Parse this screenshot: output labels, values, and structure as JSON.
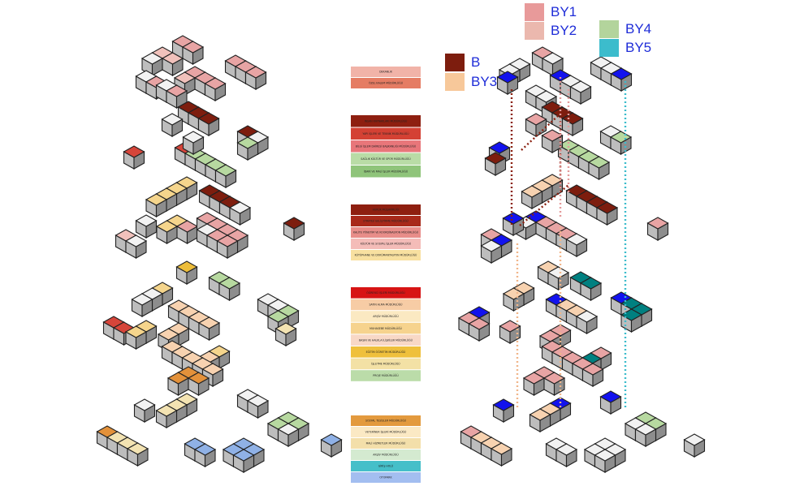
{
  "legend": {
    "items": [
      {
        "key": "BY1",
        "label": "BY1",
        "color": "#e89a9a"
      },
      {
        "key": "BY2",
        "label": "BY2",
        "color": "#ebb8ae"
      },
      {
        "key": "BY4",
        "label": "BY4",
        "color": "#b3d49c"
      },
      {
        "key": "BY5",
        "label": "BY5",
        "color": "#3cbccc"
      },
      {
        "key": "B",
        "label": "B",
        "color": "#7d1d0e"
      },
      {
        "key": "BY3",
        "label": "BY3",
        "color": "#f7c89a"
      }
    ]
  },
  "colors": {
    "white": "#f2f2f2",
    "pink": "#e8a4a4",
    "lightpink": "#f1c1bb",
    "darkred": "#7d1d0e",
    "red": "#d6453a",
    "green": "#b7d9a0",
    "yellow": "#f5d58c",
    "lightyellow": "#f3e3b2",
    "orange": "#e3913a",
    "peach": "#f7d2b0",
    "blue": "#8fb1e6",
    "gold": "#edbd3a",
    "core": "#1212ee",
    "side": "#8d8d8d",
    "front": "#bdbdbd"
  },
  "floor_strips": [
    {
      "floor": "1",
      "rows": [
        {
          "color": "#f1b3a8",
          "text": "DEKANLIK"
        },
        {
          "color": "#e57c63",
          "text": "ÖZEL KALEM MÜDÜRLÜĞÜ"
        }
      ]
    },
    {
      "floor": "2",
      "rows": [
        {
          "color": "#8e1f10",
          "text": "İNSAN KAYNAKLARI MÜDÜRLÜĞÜ"
        },
        {
          "color": "#d44134",
          "text": "YAPI İŞLERİ VE TEKNİK MÜDÜRLÜĞÜ"
        },
        {
          "color": "#e8767a",
          "text": "BİLGİ İŞLEM DAİRESİ BAŞKANLIĞI MÜDÜRLÜĞÜ"
        },
        {
          "color": "#b9dca6",
          "text": "SAĞLIK KÜLTÜR VE SPOR MÜDÜRLÜĞÜ"
        },
        {
          "color": "#8fc47a",
          "text": "İDARİ VE MALİ İŞLER MÜDÜRLÜĞÜ"
        }
      ]
    },
    {
      "floor": "3",
      "rows": [
        {
          "color": "#8e1f10",
          "text": "HUKUK MÜŞAVİRLİĞİ"
        },
        {
          "color": "#a8291a",
          "text": "STRATEJİ GELİŞTİRME MÜDÜRLÜĞÜ"
        },
        {
          "color": "#e88d89",
          "text": "KALİTE YÖNETİM VE KOORDİNASYON MÜDÜRLÜĞÜ"
        },
        {
          "color": "#f4bcb8",
          "text": "KÜLTÜR VE SOSYAL İŞLER MÜDÜRLÜĞÜ"
        },
        {
          "color": "#f8e0a0",
          "text": "KÜTÜPHANE VE DOKÜMANTASYON MÜDÜRLÜĞÜ"
        }
      ]
    },
    {
      "floor": "4",
      "rows": [
        {
          "color": "#d71414",
          "text": "ÖĞRENCİ İŞLERİ MÜDÜRLÜĞÜ"
        },
        {
          "color": "#f7cca5",
          "text": "SATIN ALMA MÜDÜRLÜĞÜ"
        },
        {
          "color": "#fbe9c2",
          "text": "ARŞİV MÜDÜRLÜĞÜ"
        },
        {
          "color": "#f6d38e",
          "text": "MUHASEBE MÜDÜRLÜĞÜ"
        },
        {
          "color": "#f8d8c6",
          "text": "BASIN VE HALKLA İLİŞKİLER MÜDÜRLÜĞÜ"
        },
        {
          "color": "#efc03c",
          "text": "EĞİTİM ÖĞRETİM MÜDÜRLÜĞÜ"
        },
        {
          "color": "#f3e1a5",
          "text": "İŞLETME MÜDÜRLÜĞÜ"
        },
        {
          "color": "#bbdca9",
          "text": "PROJE MÜDÜRLÜĞÜ"
        }
      ]
    },
    {
      "floor": "5",
      "rows": [
        {
          "color": "#e39a3e",
          "text": "SOSYAL TESİSLER MÜDÜRLÜĞÜ"
        },
        {
          "color": "#fbe9c4",
          "text": "VETERİNER İŞLERİ MÜDÜRLÜĞÜ"
        },
        {
          "color": "#f3dfaa",
          "text": "MALİ HİZMETLER MÜDÜRLÜĞÜ"
        },
        {
          "color": "#d4ead0",
          "text": "ARŞİV MÜDÜRLÜĞÜ"
        },
        {
          "color": "#45bfc9",
          "text": "GİRİŞ HOLÜ"
        },
        {
          "color": "#a3bef0",
          "text": "OTOPARK"
        }
      ]
    }
  ]
}
